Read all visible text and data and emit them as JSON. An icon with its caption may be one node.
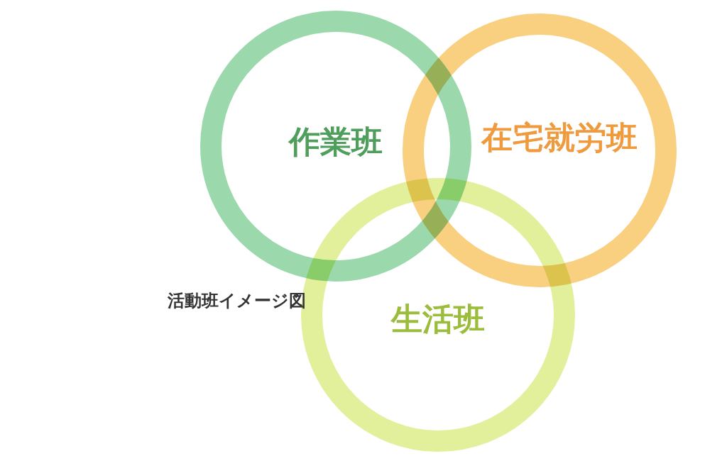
{
  "diagram": {
    "title": "活動班イメージ図",
    "nodes": [
      {
        "text": [
          "作業班"
        ]
      },
      {
        "text": [
          "在宅就労班"
        ]
      },
      {
        "text": [
          "生活班"
        ]
      }
    ]
  }
}
